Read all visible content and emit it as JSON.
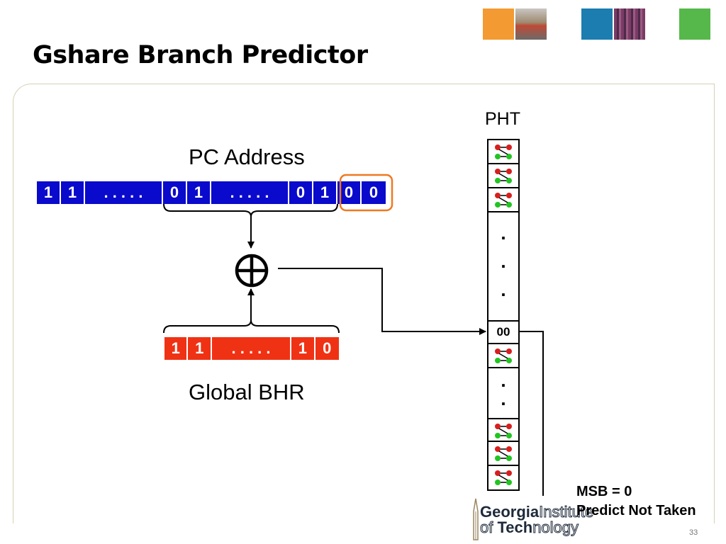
{
  "title": "Gshare Branch Predictor",
  "header_tiles": [
    {
      "name": "orange-tile",
      "color": "#f39a32"
    },
    {
      "name": "photo-tile-campus",
      "color": "#8b8478"
    },
    {
      "name": "blue-tile",
      "color": "#1b7db0"
    },
    {
      "name": "photo-tile-chip",
      "color": "#6a3a5a"
    },
    {
      "name": "green-tile",
      "color": "#56b84a"
    }
  ],
  "pc": {
    "label": "PC Address",
    "bits": [
      "1",
      "1",
      ". . . . .",
      "0",
      "1",
      ". . . . .",
      "0",
      "1",
      "0",
      "0"
    ],
    "color": "#0a0acc"
  },
  "bhr": {
    "label": "Global BHR",
    "bits": [
      "1",
      "1",
      ". . . . .",
      "1",
      "0"
    ],
    "color": "#f03214"
  },
  "xor_symbol": "⊕",
  "pht": {
    "label": "PHT",
    "dots_top": ".",
    "dots_bottom": ".",
    "selected_entry": "00"
  },
  "result": {
    "line1": "MSB = 0",
    "line2": "Predict Not Taken"
  },
  "logo": {
    "line1a": "Georgia",
    "line1b": "Institute",
    "line2a": "of ",
    "line2b": "Tech",
    "line2c": "nology"
  },
  "slide_number": "33",
  "colors": {
    "highlight": "#f07820",
    "taken": "#d81e1e",
    "not_taken": "#22c422"
  }
}
